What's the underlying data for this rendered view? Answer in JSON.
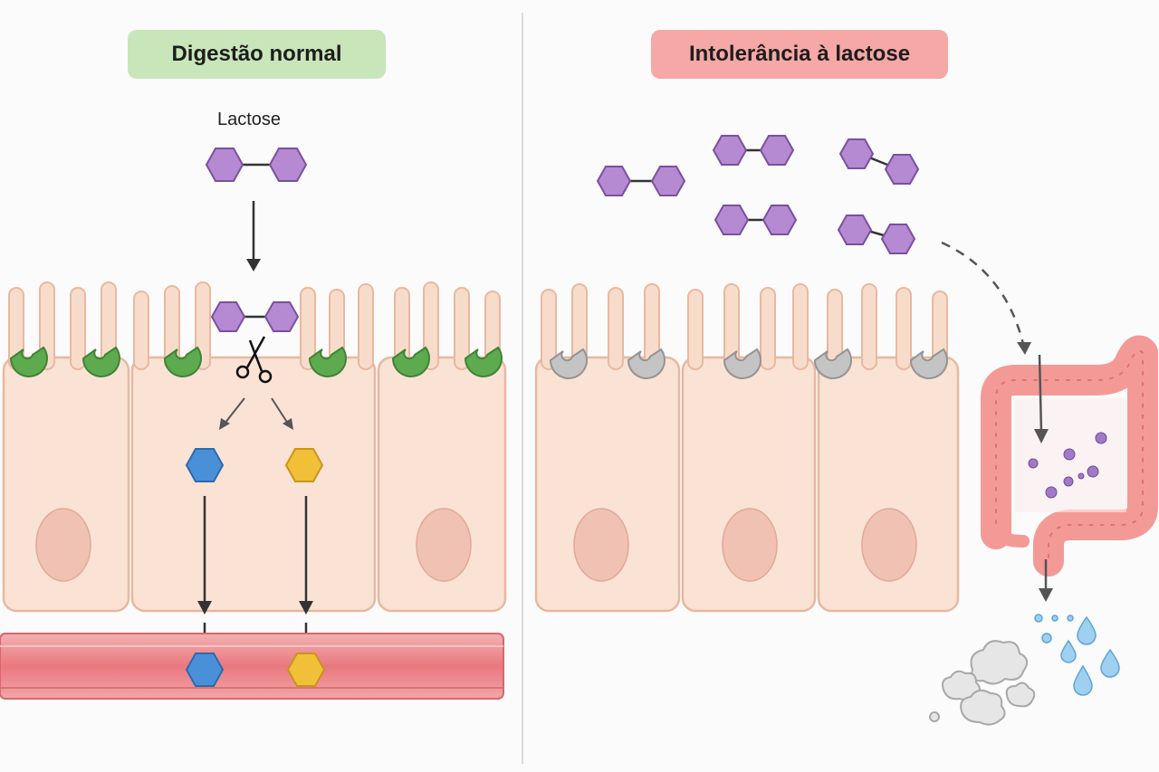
{
  "panels": {
    "normal": {
      "title": "Digestão normal",
      "molecule_label": "Lactose"
    },
    "intolerance": {
      "title": "Intolerância à lactose"
    }
  },
  "colors": {
    "normal_pill": "#c8e6b9",
    "intolerance_pill": "#f5a8a6",
    "lactose": "#b58ad2",
    "glucose": "#4a90d9",
    "galactose": "#f2c038",
    "lactase_active": "#5eaa4f",
    "lactase_inactive": "#bdbdbd",
    "cell": "#fae3d4",
    "nucleus": "#f0c2b3",
    "blood_vessel": "#e98085",
    "colon": "#f39a97"
  },
  "icons": [
    "scissors-icon",
    "gas-cloud-icon",
    "water-drop-icon"
  ]
}
